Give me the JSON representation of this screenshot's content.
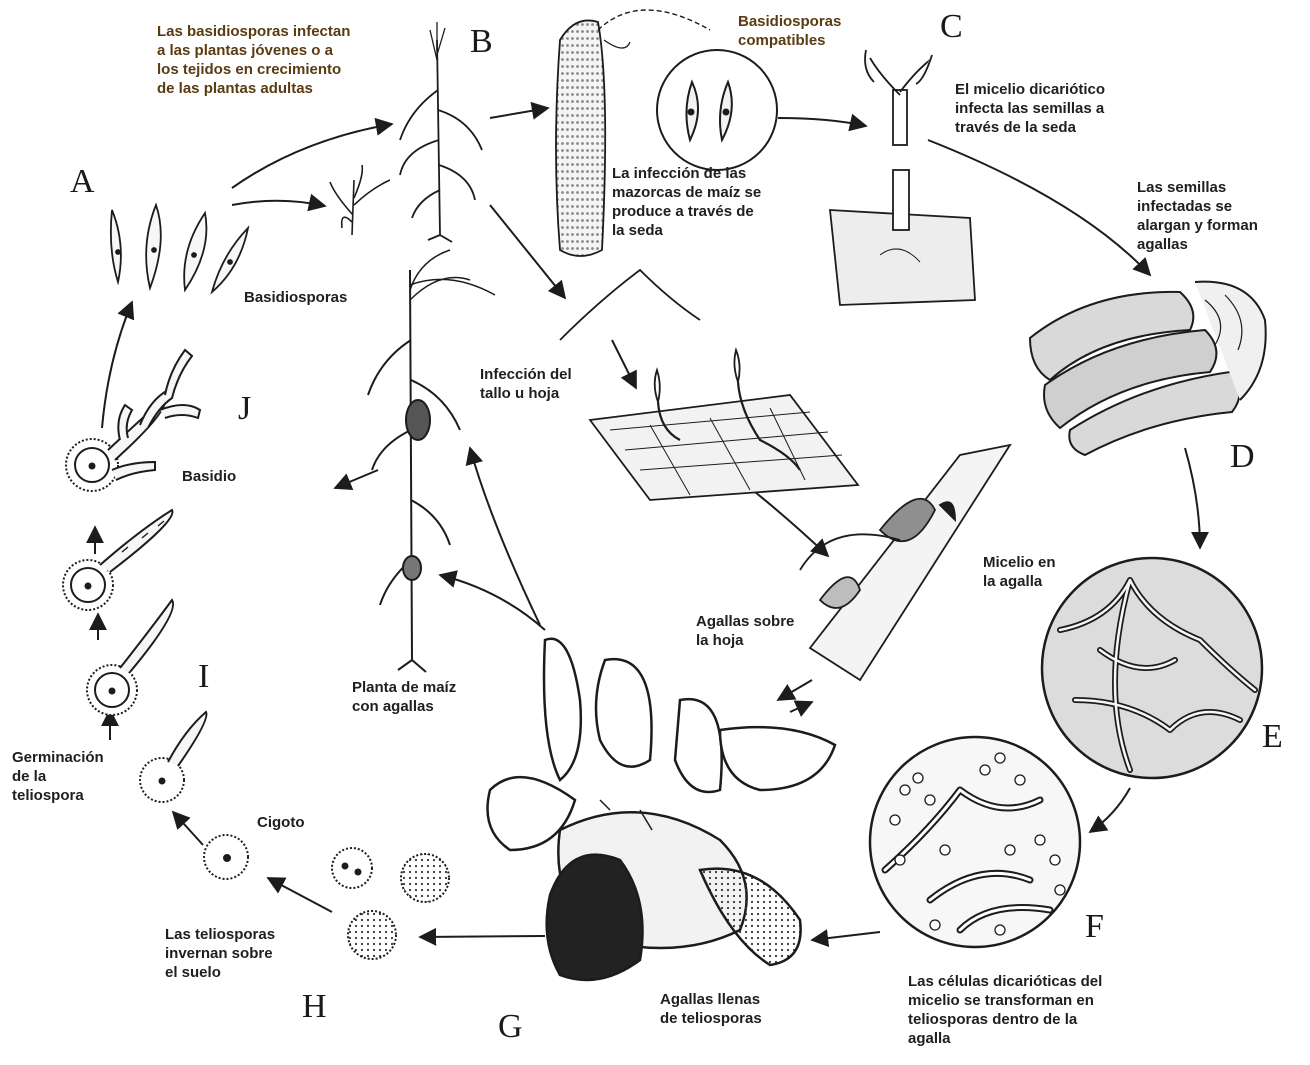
{
  "stages": [
    {
      "letter": "A",
      "caption": "Basidiosporas"
    },
    {
      "letter": "B",
      "caption": "Las basidiosporas infectan\na las plantas jóvenes o a\nlos tejidos en crecimiento\nde las plantas adultas"
    },
    {
      "letter": "C",
      "caption": "El micelio dicariótico\ninfecta las semillas a\ntravés de la seda"
    },
    {
      "letter": "D",
      "caption": "Las semillas\ninfectadas se\nalargan y forman\nagallas"
    },
    {
      "letter": "E",
      "caption": "Micelio en\nla agalla"
    },
    {
      "letter": "F",
      "caption": "Las células dicarióticas del\nmicelio se transforman en\nteliosporas dentro de la\nagalla"
    },
    {
      "letter": "G",
      "caption": "Agallas llenas\nde teliosporas"
    },
    {
      "letter": "H",
      "caption": "Las teliosporas\ninvernan sobre\nel suelo"
    },
    {
      "letter": "I",
      "caption": "Germinación\nde la\nteliospora"
    },
    {
      "letter": "J",
      "caption": "Basidio"
    }
  ],
  "labels": {
    "compatible_spores": "Basidiosporas\ncompatibles",
    "ear_infection": "La infección de las\nmazorcas de maíz se\nproduce a través de\nla seda",
    "stem_leaf_infection": "Infección del\ntallo u hoja",
    "leaf_galls": "Agallas sobre\nla hoja",
    "plant_with_galls": "Planta de maíz\ncon agallas",
    "zygote": "Cigoto"
  },
  "colors": {
    "ink": "#1c1c1c",
    "caption_brown": "#5a3b12",
    "paper": "#ffffff",
    "shade": "#9a9a9a"
  }
}
